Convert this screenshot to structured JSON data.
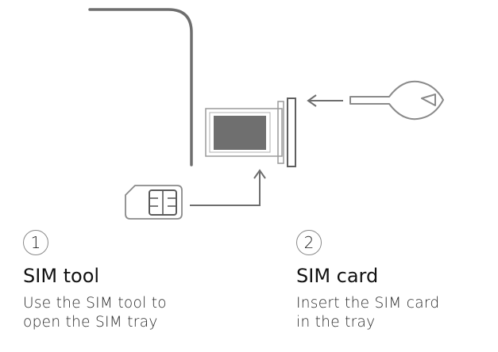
{
  "steps": [
    {
      "number": "1",
      "title": "SIM tool",
      "description_lines": [
        "Use the SIM tool to",
        "open the SIM tray"
      ]
    },
    {
      "number": "2",
      "title": "SIM card",
      "description_lines": [
        "Insert the SIM card",
        "in the tray"
      ]
    }
  ],
  "colors": {
    "line": "#6e6e6e",
    "sim_chip_fill": "#6f6f6f",
    "background": "#ffffff"
  },
  "icons": [
    "phone-edge",
    "sim-tray",
    "sim-ejector-tool",
    "sim-card",
    "arrow-left",
    "arrow-up"
  ]
}
